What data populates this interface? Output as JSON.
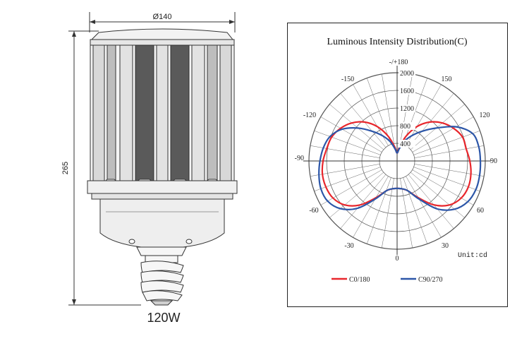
{
  "lamp": {
    "width_dim": "Ø140",
    "height_dim": "265",
    "wattage": "120W"
  },
  "chart_data": {
    "type": "polar",
    "title": "Luminous Intensity Distribution(C)",
    "unit": "Unit:cd",
    "angle_labels": [
      "-/+180",
      "150",
      "120",
      "90",
      "60",
      "30",
      "0",
      "-30",
      "-60",
      "-90",
      "-120",
      "-150"
    ],
    "radial_ticks": [
      "2000",
      "1600",
      "1200",
      "800",
      "400"
    ],
    "rmax": 2000,
    "series": [
      {
        "name": "C0/180",
        "color": "#e8262c",
        "points": [
          [
            0,
            620
          ],
          [
            10,
            640
          ],
          [
            20,
            720
          ],
          [
            30,
            960
          ],
          [
            40,
            1300
          ],
          [
            50,
            1550
          ],
          [
            60,
            1680
          ],
          [
            70,
            1720
          ],
          [
            80,
            1700
          ],
          [
            90,
            1650
          ],
          [
            100,
            1590
          ],
          [
            110,
            1580
          ],
          [
            120,
            1480
          ],
          [
            130,
            1340
          ],
          [
            140,
            1150
          ],
          [
            150,
            900
          ],
          [
            160,
            600
          ],
          [
            170,
            330
          ],
          [
            180,
            180
          ],
          [
            190,
            330
          ],
          [
            200,
            600
          ],
          [
            210,
            900
          ],
          [
            220,
            1150
          ],
          [
            230,
            1340
          ],
          [
            240,
            1480
          ],
          [
            250,
            1580
          ],
          [
            260,
            1620
          ],
          [
            270,
            1680
          ],
          [
            280,
            1720
          ],
          [
            290,
            1720
          ],
          [
            300,
            1680
          ],
          [
            310,
            1550
          ],
          [
            320,
            1300
          ],
          [
            330,
            960
          ],
          [
            340,
            720
          ],
          [
            350,
            640
          ],
          [
            360,
            620
          ]
        ]
      },
      {
        "name": "C90/270",
        "color": "#2c56a8",
        "points": [
          [
            0,
            620
          ],
          [
            10,
            640
          ],
          [
            20,
            720
          ],
          [
            30,
            1000
          ],
          [
            40,
            1420
          ],
          [
            50,
            1700
          ],
          [
            60,
            1850
          ],
          [
            70,
            1900
          ],
          [
            80,
            1900
          ],
          [
            90,
            1890
          ],
          [
            100,
            1880
          ],
          [
            110,
            1820
          ],
          [
            120,
            1550
          ],
          [
            130,
            1160
          ],
          [
            140,
            880
          ],
          [
            150,
            660
          ],
          [
            160,
            470
          ],
          [
            170,
            280
          ],
          [
            180,
            180
          ],
          [
            190,
            280
          ],
          [
            200,
            470
          ],
          [
            210,
            660
          ],
          [
            220,
            880
          ],
          [
            230,
            1160
          ],
          [
            240,
            1440
          ],
          [
            250,
            1620
          ],
          [
            260,
            1700
          ],
          [
            270,
            1750
          ],
          [
            280,
            1800
          ],
          [
            290,
            1840
          ],
          [
            300,
            1820
          ],
          [
            310,
            1680
          ],
          [
            320,
            1400
          ],
          [
            330,
            1000
          ],
          [
            340,
            720
          ],
          [
            350,
            640
          ],
          [
            360,
            620
          ]
        ]
      }
    ]
  }
}
